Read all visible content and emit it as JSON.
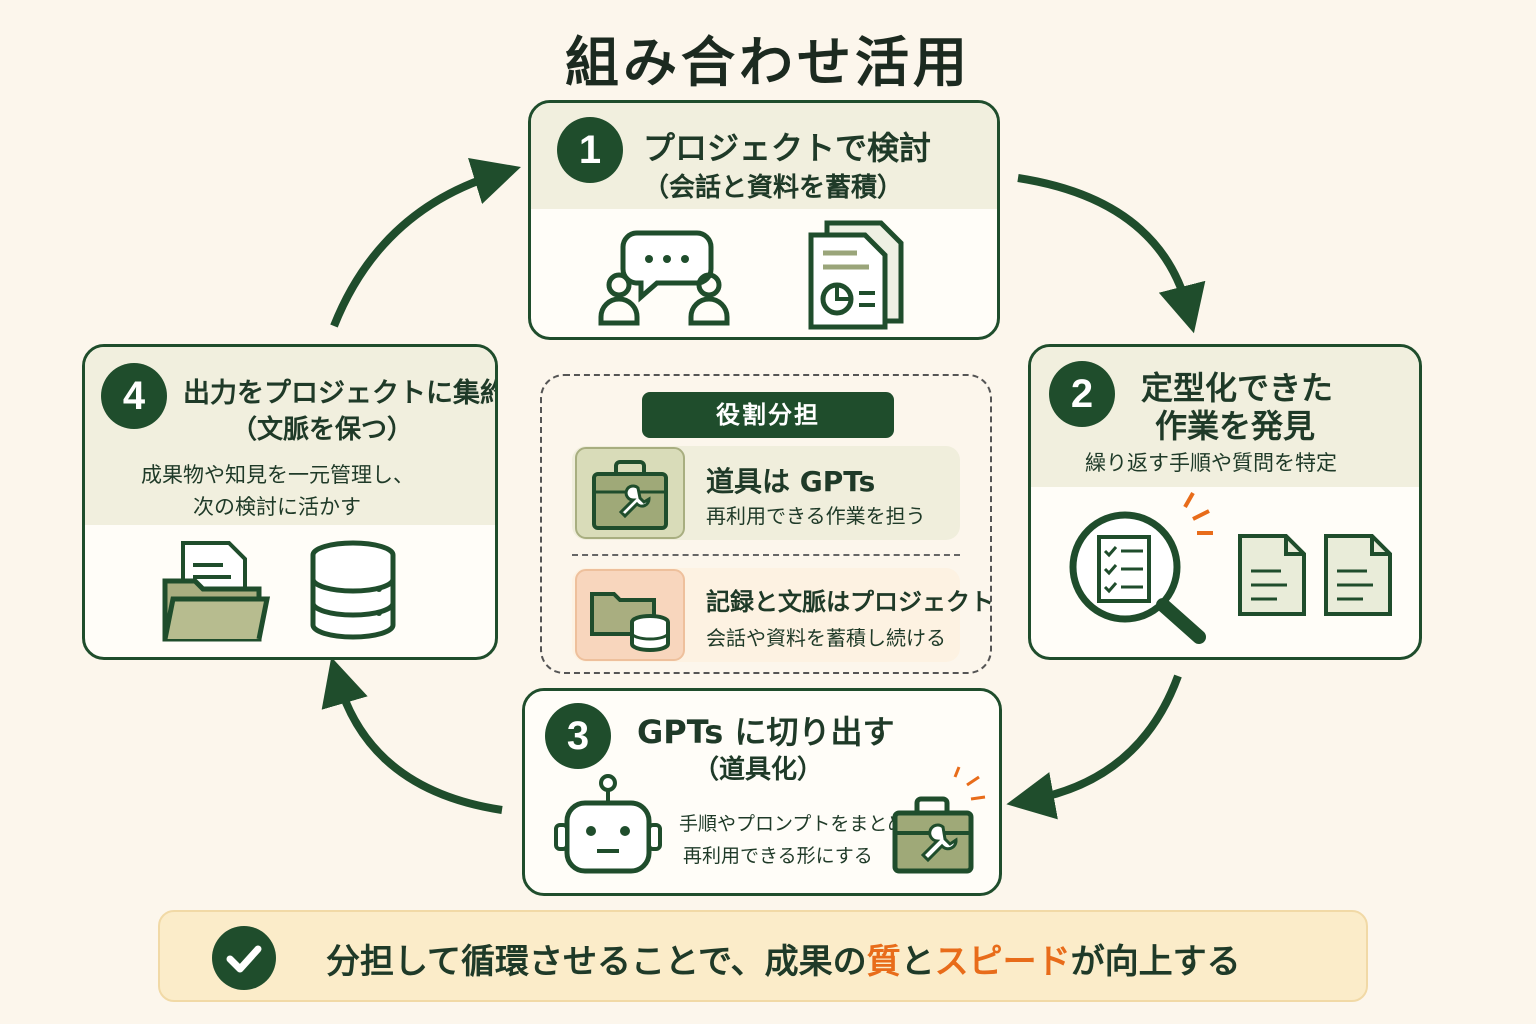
{
  "title": "組み合わせ活用",
  "steps": [
    {
      "num": "1",
      "title": "プロジェクトで検討",
      "subtitle": "（会話と資料を蓄積）"
    },
    {
      "num": "2",
      "title_line1": "定型化できた",
      "title_line2": "作業を発見",
      "desc": "繰り返す手順や質問を特定"
    },
    {
      "num": "3",
      "title": "GPTs に切り出す",
      "subtitle": "（道具化）",
      "desc_line1": "手順やプロンプトをまとめて",
      "desc_line2": "再利用できる形にする"
    },
    {
      "num": "4",
      "title": "出力をプロジェクトに集約",
      "subtitle": "（文脈を保つ）",
      "desc_line1": "成果物や知見を一元管理し、",
      "desc_line2": "次の検討に活かす"
    }
  ],
  "roles": {
    "badge": "役割分担",
    "items": [
      {
        "title": "道具は GPTs",
        "desc": "再利用できる作業を担う",
        "icon": "toolbox-icon"
      },
      {
        "title": "記録と文脈はプロジェクト",
        "desc": "会話や資料を蓄積し続ける",
        "icon": "folder-database-icon"
      }
    ]
  },
  "footer": {
    "before": "分担して循環させることで、成果の",
    "accent1": "質",
    "middle": "と",
    "accent2": "スピード",
    "after": "が向上する"
  },
  "colors": {
    "primary": "#1f4d2c",
    "accent": "#e86c1a",
    "background": "#fcf6ec",
    "footer_bg": "#fbecc9"
  }
}
